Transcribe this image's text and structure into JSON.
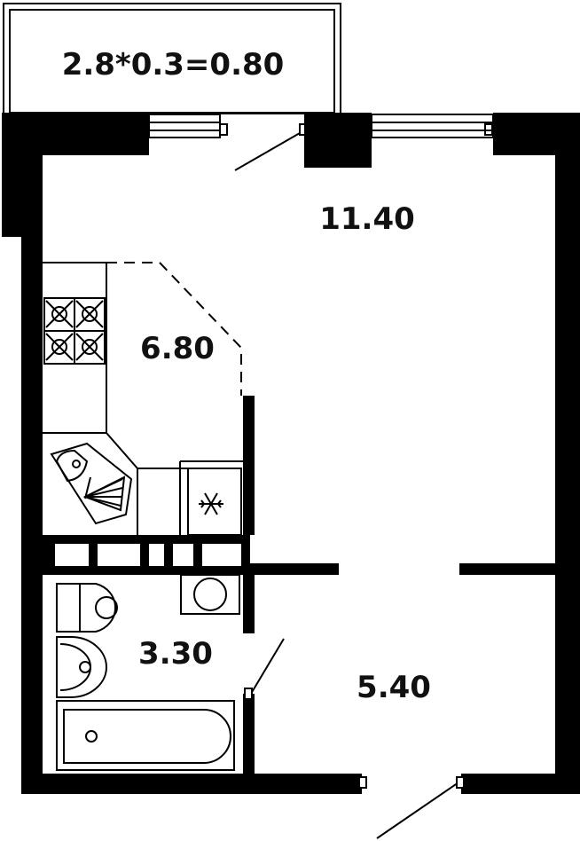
{
  "plan": {
    "balcony_formula": "2.8*0.3=0.80",
    "rooms": {
      "living": "11.40",
      "kitchen": "6.80",
      "bathroom": "3.30",
      "hall": "5.40"
    }
  },
  "colors": {
    "wall": "#000000",
    "fixture_stroke": "#111111",
    "background": "#ffffff"
  },
  "icons": {
    "fridge": "snowflake-icon",
    "stove": "cooktop-icon",
    "sink": "corner-sink-icon",
    "toilet": "toilet-icon",
    "washbasin": "washbasin-icon",
    "bathtub": "bathtub-icon",
    "washer": "washing-machine-icon"
  }
}
